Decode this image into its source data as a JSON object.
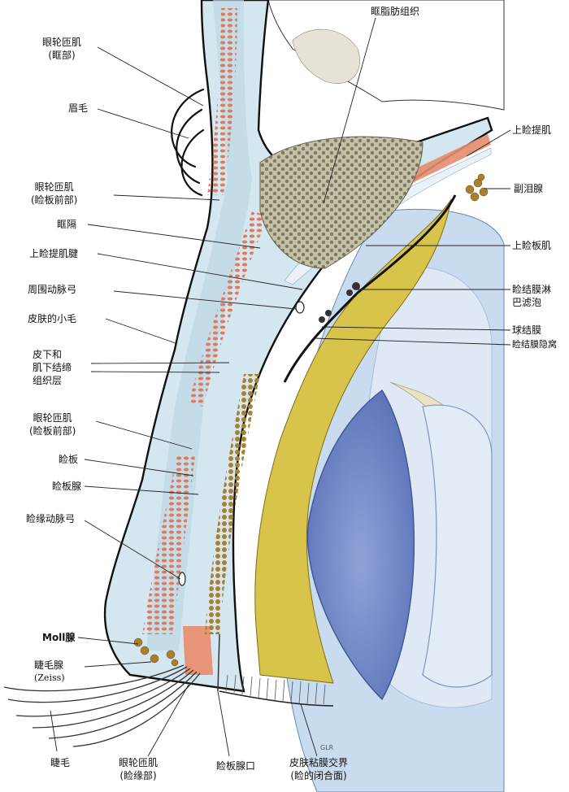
{
  "labels": {
    "orbicularis_orbital": "眼轮匝肌",
    "orbicularis_orbital_sub": "(眶部)",
    "eyebrow": "眉毛",
    "orbicularis_pretarsal": "眼轮匝肌",
    "orbicularis_pretarsal_sub": "(睑板前部)",
    "orbital_septum": "眶隔",
    "levator_tendon": "上睑提肌腱",
    "peripheral_arcade": "周围动脉弓",
    "vellus_hair": "皮肤的小毛",
    "subcutaneous_1": "皮下和",
    "subcutaneous_2": "肌下结缔",
    "subcutaneous_3": "组织层",
    "orbicularis_pretarsal2": "眼轮匝肌",
    "orbicularis_pretarsal2_sub": "(睑板前部)",
    "tarsus": "睑板",
    "tarsal_gland": "睑板腺",
    "marginal_arcade": "睑缘动脉弓",
    "moll_gland": "Moll腺",
    "zeiss_gland": "睫毛腺",
    "zeiss_gland_sub": "(Zeiss)",
    "eyelash": "睫毛",
    "orbicularis_marginal": "眼轮匝肌",
    "orbicularis_marginal_sub": "(睑缘部)",
    "tarsal_orifice": "睑板腺口",
    "mucocutaneous_1": "皮肤粘膜交界",
    "mucocutaneous_2": "(睑的闭合面)",
    "orbital_fat": "眶脂肪组织",
    "levator_muscle": "上睑提肌",
    "accessory_lacrimal": "副泪腺",
    "superior_tarsal": "上睑板肌",
    "conj_lymph_1": "睑结膜淋",
    "conj_lymph_2": "巴滤泡",
    "bulbar_conj": "球结膜",
    "conj_fornix": "睑结膜隐窝",
    "signature": "GLR"
  },
  "colors": {
    "skin": "#cfe3ee",
    "dermis": "#b9d6e6",
    "muscle": "#e8876a",
    "fat_fill": "#8c8a74",
    "fat_bg": "#c9c6b0",
    "tarsus": "#d9c24a",
    "gland": "#a57a2c",
    "cornea": "#6f86c6",
    "sclera": "#b7cde6",
    "outline": "#111111"
  }
}
